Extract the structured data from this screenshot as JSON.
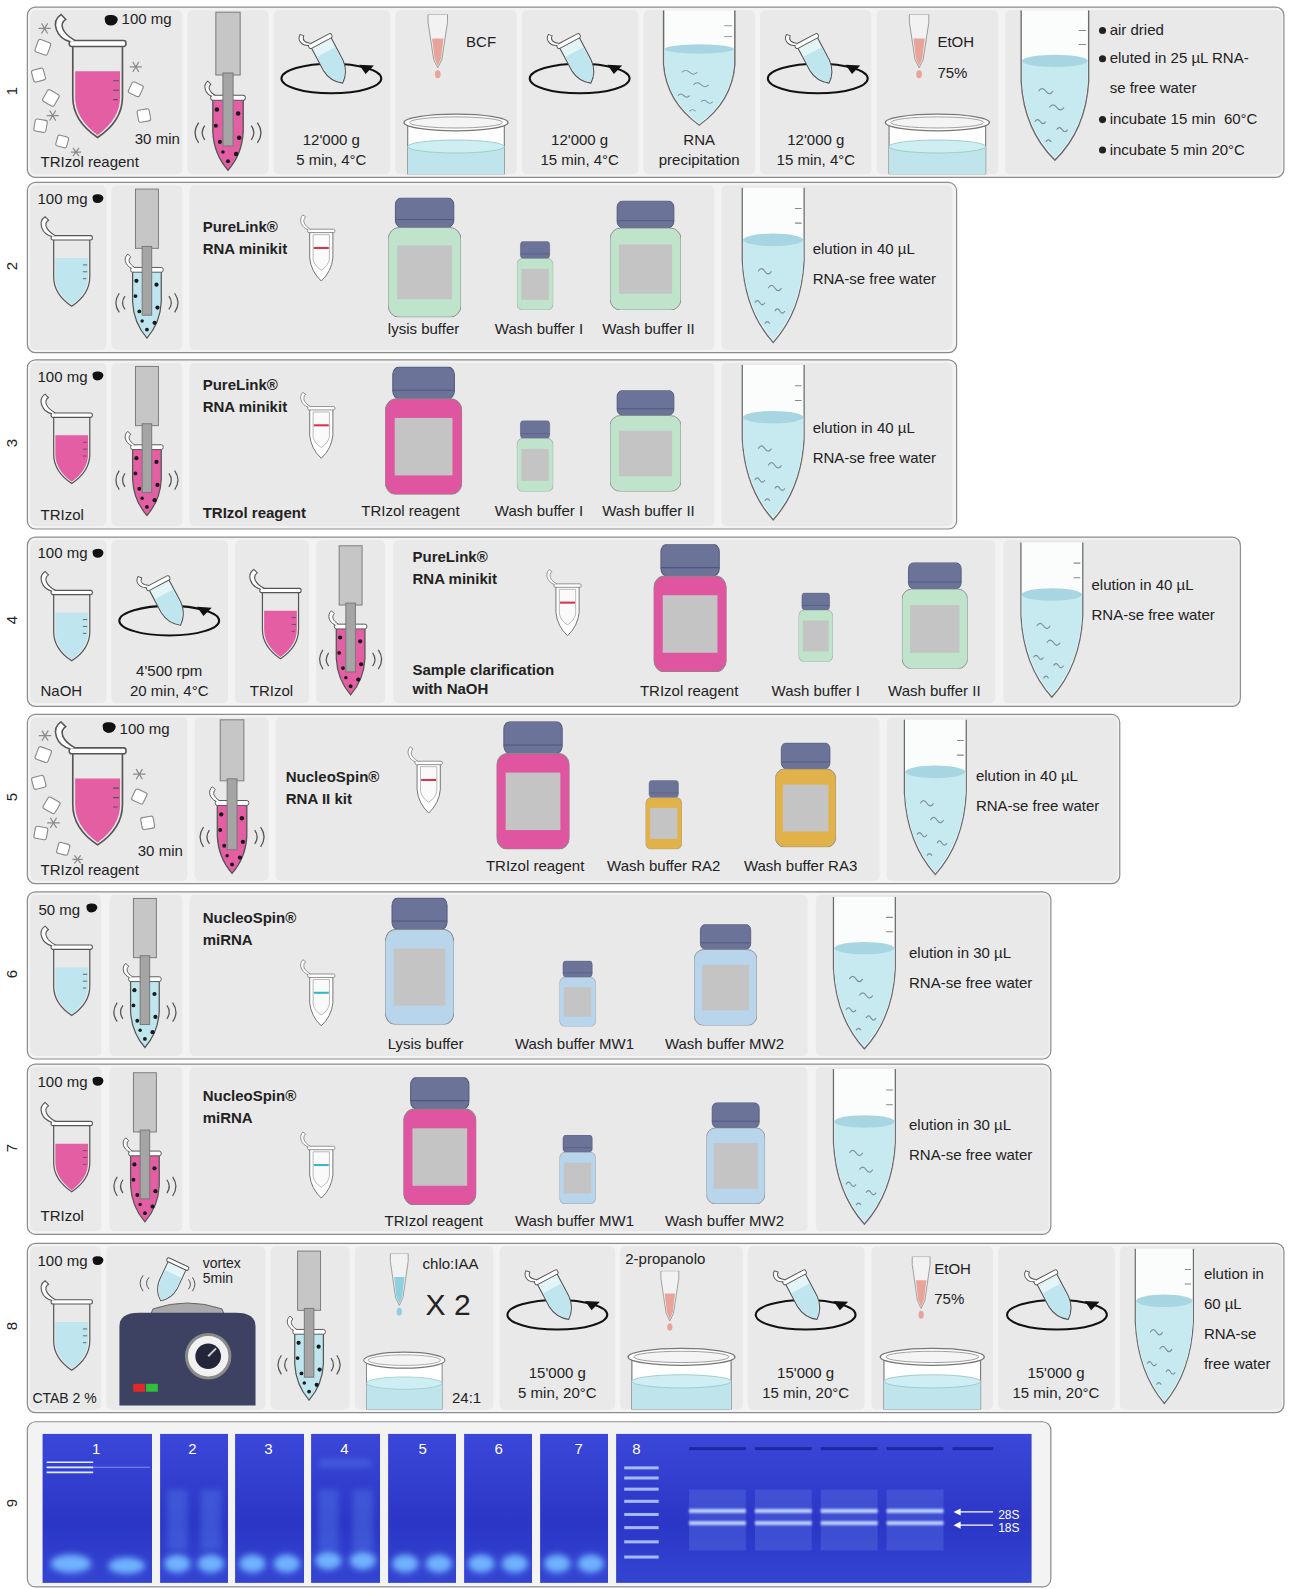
{
  "diagram": {
    "nodes": [
      {
        "text": [
          "1"
        ]
      },
      {
        "text": [
          "100 mg",
          "30 min",
          "TRIzol reagent"
        ],
        "in": 0
      },
      {
        "text": [
          "12'000 g",
          "5 min, 4°C"
        ],
        "in": 0
      },
      {
        "text": [
          "BCF"
        ],
        "in": 0
      },
      {
        "text": [
          "12'000 g",
          "15 min, 4°C"
        ],
        "in": 0
      },
      {
        "text": [
          "RNA precipitation"
        ],
        "in": 0
      },
      {
        "text": [
          "12'000 g",
          "15 min, 4°C"
        ],
        "in": 0
      },
      {
        "text": [
          "EtOH",
          "75%"
        ],
        "in": 0
      },
      {
        "text": [
          "air dried",
          "eluted in 25 µL RNA-se free water",
          "incubate 15 min  60°C",
          "incubate 5 min 20°C"
        ],
        "in": 0
      },
      {
        "text": [
          "2"
        ]
      },
      {
        "text": [
          "100 mg"
        ],
        "in": 9
      },
      {
        "text": [
          "PureLink® RNA minikit",
          "lysis buffer",
          "Wash buffer I",
          "Wash buffer II"
        ],
        "in": 9
      },
      {
        "text": [
          "elution in 40 µL RNA-se free water"
        ],
        "in": 9
      },
      {
        "text": [
          "3"
        ]
      },
      {
        "text": [
          "100 mg",
          "TRIzol"
        ],
        "in": 13
      },
      {
        "text": [
          "PureLink® RNA minikit",
          "TRIzol reagent",
          "TRIzol reagent",
          "Wash buffer I",
          "Wash buffer II"
        ],
        "in": 13
      },
      {
        "text": [
          "elution in 40 µL RNA-se free water"
        ],
        "in": 13
      },
      {
        "text": [
          "4"
        ]
      },
      {
        "text": [
          "100 mg",
          "NaOH"
        ],
        "in": 17
      },
      {
        "text": [
          "4'500 rpm",
          "20 min, 4°C"
        ],
        "in": 17
      },
      {
        "text": [
          "TRIzol"
        ],
        "in": 17
      },
      {
        "text": [
          "PureLink® RNA minikit",
          "Sample clarification with NaOH",
          "TRIzol reagent",
          "Wash buffer I",
          "Wash buffer II"
        ],
        "in": 17
      },
      {
        "text": [
          "elution in 40 µL RNA-se free water"
        ],
        "in": 17
      },
      {
        "text": [
          "5"
        ]
      },
      {
        "text": [
          "100 mg",
          "30 min",
          "TRIzol reagent"
        ],
        "in": 23
      },
      {
        "text": [
          "NucleoSpin® RNA II kit",
          "TRIzol reagent",
          "Wash buffer RA2",
          "Wash buffer RA3"
        ],
        "in": 23
      },
      {
        "text": [
          "elution in 40 µL RNA-se free water"
        ],
        "in": 23
      },
      {
        "text": [
          "6"
        ]
      },
      {
        "text": [
          "50 mg"
        ],
        "in": 27
      },
      {
        "text": [
          "NucleoSpin® miRNA",
          "Lysis buffer",
          "Wash buffer MW1",
          "Wash buffer MW2"
        ],
        "in": 27
      },
      {
        "text": [
          "elution in 30 µL RNA-se free water"
        ],
        "in": 27
      },
      {
        "text": [
          "7"
        ]
      },
      {
        "text": [
          "100 mg",
          "TRIzol"
        ],
        "in": 31
      },
      {
        "text": [
          "NucleoSpin® miRNA",
          "TRIzol reagent",
          "Wash buffer MW1",
          "Wash buffer MW2"
        ],
        "in": 31
      },
      {
        "text": [
          "elution in 30 µL RNA-se free water"
        ],
        "in": 31
      },
      {
        "text": [
          "8"
        ]
      },
      {
        "text": [
          "100 mg",
          "CTAB 2 %"
        ],
        "in": 35
      },
      {
        "text": [
          "vortex 5min"
        ],
        "in": 35
      },
      {
        "text": [
          "chlo:IAA",
          "X 2",
          "24:1"
        ],
        "in": 35
      },
      {
        "text": [
          "15'000 g",
          "5 min, 20°C"
        ],
        "in": 35
      },
      {
        "text": [
          "2-propanolo"
        ],
        "in": 35
      },
      {
        "text": [
          "15'000 g",
          "15 min, 20°C"
        ],
        "in": 35
      },
      {
        "text": [
          "EtOH",
          "75%"
        ],
        "in": 35
      },
      {
        "text": [
          "15'000 g",
          "15 min, 20°C"
        ],
        "in": 35
      },
      {
        "text": [
          "elution in 60 µL RNA-se free water"
        ],
        "in": 35
      },
      {
        "text": [
          "9"
        ]
      },
      {
        "text": [
          "1"
        ],
        "in": 45
      },
      {
        "text": [
          "2"
        ],
        "in": 45
      },
      {
        "text": [
          "3"
        ],
        "in": 45
      },
      {
        "text": [
          "4"
        ],
        "in": 45
      },
      {
        "text": [
          "5"
        ],
        "in": 45
      },
      {
        "text": [
          "6"
        ],
        "in": 45
      },
      {
        "text": [
          "7"
        ],
        "in": 45
      },
      {
        "text": [
          "8",
          "28S",
          "18S"
        ],
        "in": 45
      }
    ]
  }
}
